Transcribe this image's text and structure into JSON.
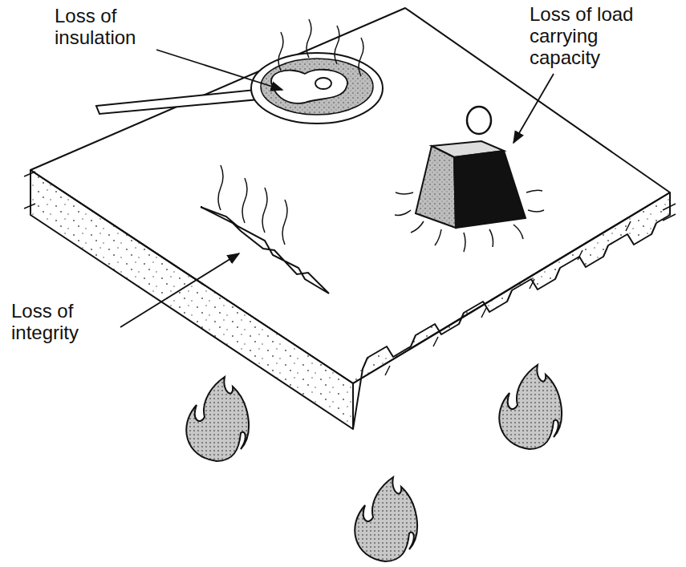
{
  "diagram": {
    "labels": [
      "Loss of insulation",
      "Loss of load carrying capacity",
      "Loss of integrity"
    ]
  }
}
